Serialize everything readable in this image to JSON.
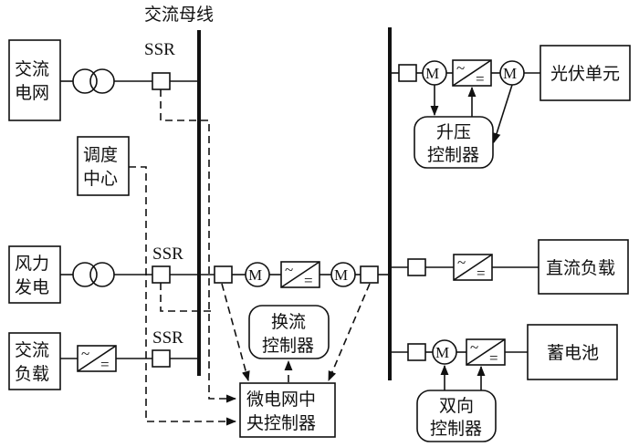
{
  "bus": {
    "ac_bus_label": "交流母线"
  },
  "left_sources": {
    "ac_grid": [
      "交流",
      "电网"
    ],
    "wind": [
      "风力",
      "发电"
    ],
    "ac_load": [
      "交流",
      "负载"
    ],
    "dispatch": [
      "调度",
      "中心"
    ]
  },
  "switch_label": "SSR",
  "meter_label": "M",
  "controllers": {
    "converter": [
      "换流",
      "控制器"
    ],
    "central": [
      "微电网中",
      "央控制器"
    ],
    "boost": [
      "升压",
      "控制器"
    ],
    "bidirectional": [
      "双向",
      "控制器"
    ]
  },
  "right_units": {
    "pv": "光伏单元",
    "dc_load": "直流负载",
    "battery": "蓄电池"
  },
  "converter_symbol": {
    "ac": "~",
    "dc": "="
  }
}
